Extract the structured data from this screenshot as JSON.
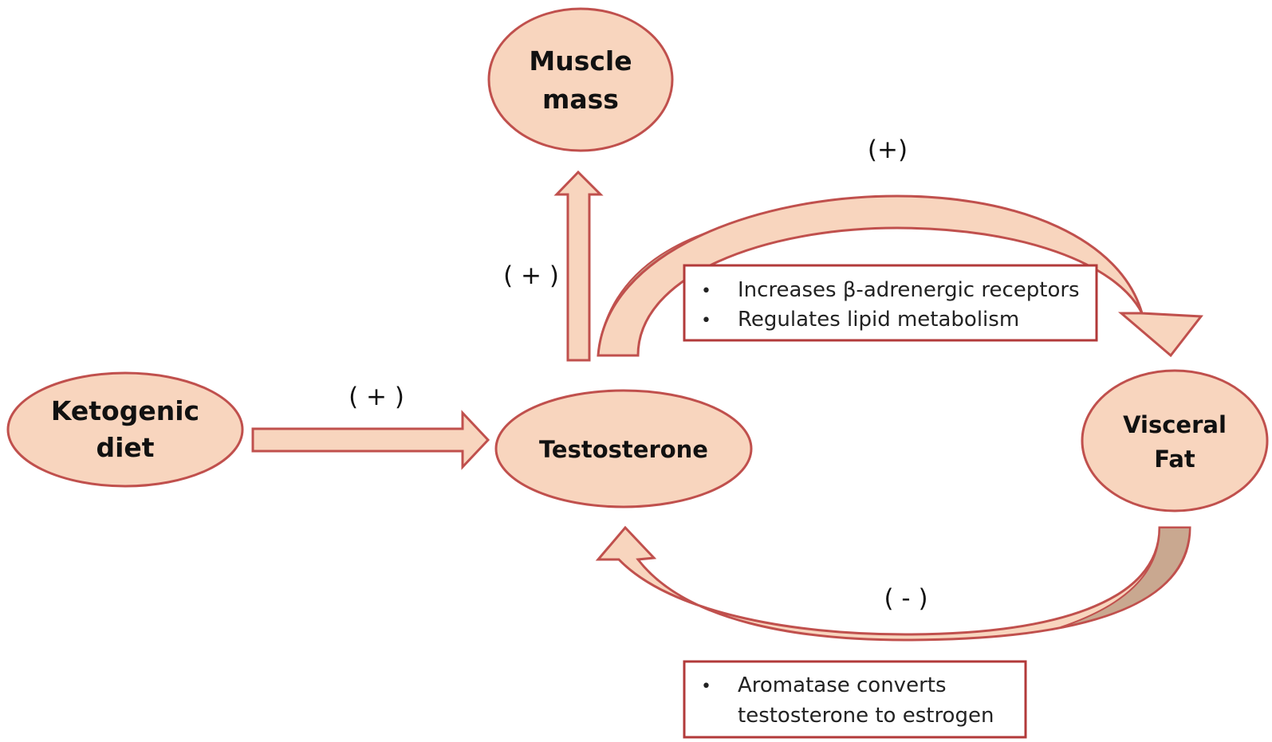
{
  "colors": {
    "fill": "#F8D5BE",
    "stroke": "#C0504D",
    "shadow": "#C9A890",
    "box_border": "#B23A3A",
    "text": "#111111"
  },
  "nodes": {
    "muscle_mass": [
      "Muscle",
      "mass"
    ],
    "ketogenic_diet": [
      "Ketogenic",
      "diet"
    ],
    "testosterone": "Testosterone",
    "visceral_fat": [
      "Visceral",
      "Fat"
    ]
  },
  "signs": {
    "diet_to_testosterone": "( + )",
    "testosterone_to_muscle": "( + )",
    "testosterone_to_fat": "(+)",
    "fat_to_testosterone": "( - )"
  },
  "boxes": {
    "top": {
      "bullet": "•",
      "items": [
        "Increases β-adrenergic receptors",
        "Regulates lipid metabolism"
      ]
    },
    "bottom": {
      "bullet": "•",
      "lines": [
        "Aromatase converts",
        "testosterone to estrogen"
      ]
    }
  }
}
